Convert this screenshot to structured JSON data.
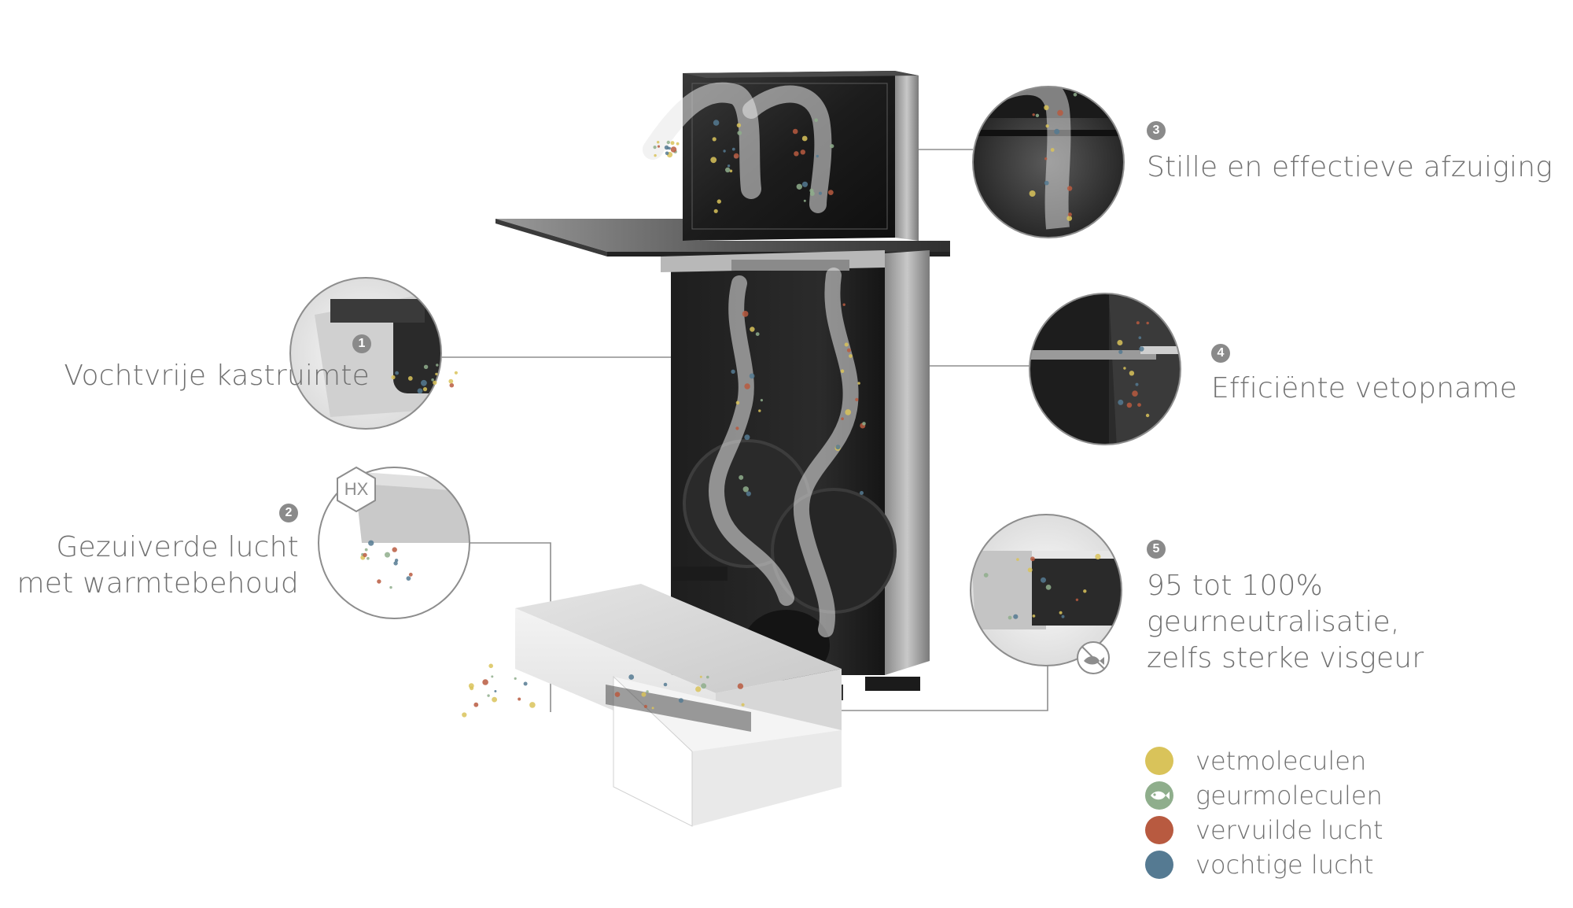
{
  "callouts": [
    {
      "number": "1",
      "text_lines": [
        "Vochtvrije kastruimte"
      ]
    },
    {
      "number": "2",
      "text_lines": [
        "Gezuiverde lucht",
        "met warmtebehoud"
      ]
    },
    {
      "number": "3",
      "text_lines": [
        "Stille en effectieve afzuiging"
      ]
    },
    {
      "number": "4",
      "text_lines": [
        "Efficiënte vetopname"
      ]
    },
    {
      "number": "5",
      "text_lines": [
        "95 tot 100% geurneutralisatie,",
        "zelfs sterke visgeur"
      ]
    }
  ],
  "badge_hx": "HX",
  "legend": [
    {
      "label": "vetmoleculen",
      "color": "#d9c35a",
      "icon": "dot-icon"
    },
    {
      "label": "geurmoleculen",
      "color": "#8fae8c",
      "icon": "fish-icon"
    },
    {
      "label": "vervuilde lucht",
      "color": "#b85a40",
      "icon": "dot-icon"
    },
    {
      "label": "vochtige lucht",
      "color": "#557a92",
      "icon": "dot-icon"
    }
  ]
}
